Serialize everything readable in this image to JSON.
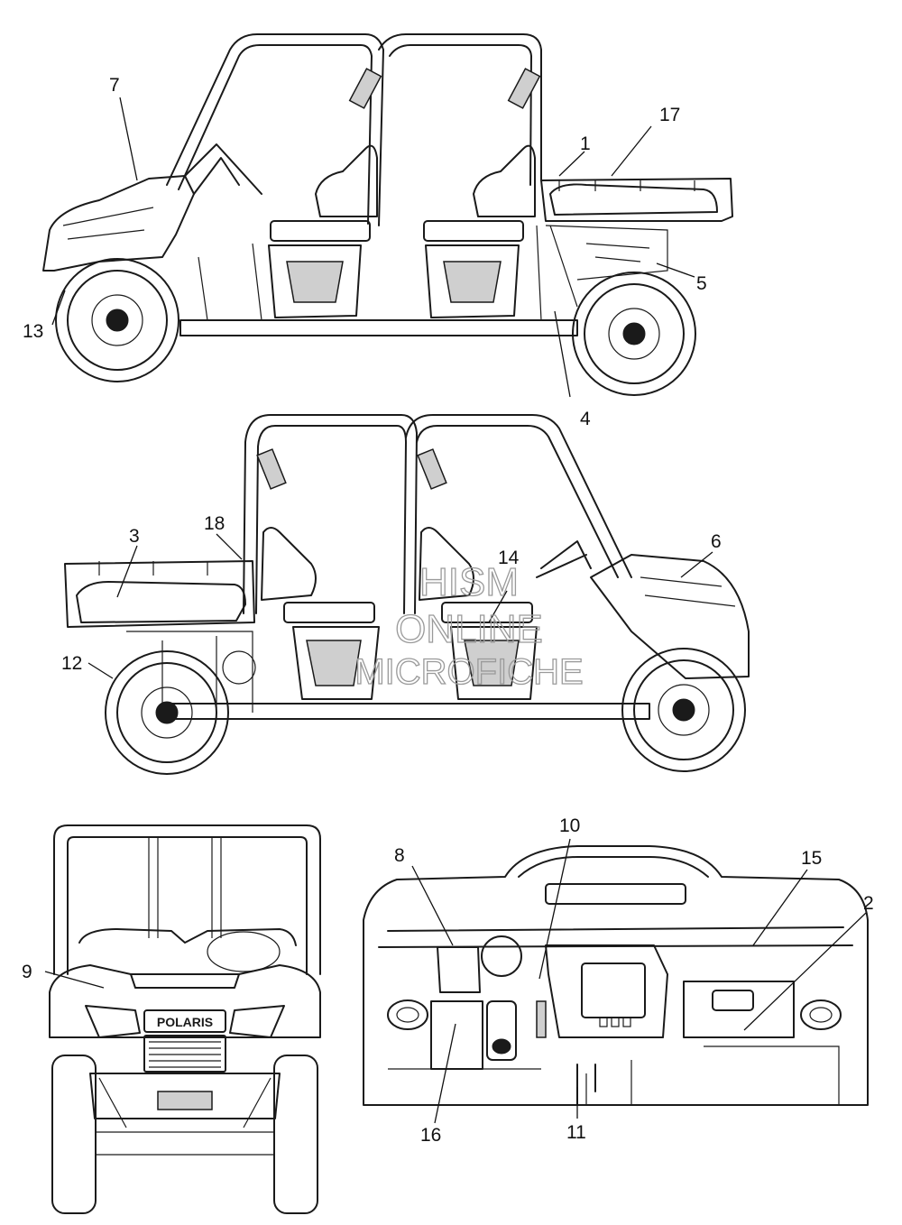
{
  "callouts": {
    "c1": "1",
    "c2": "2",
    "c3": "3",
    "c4": "4",
    "c5": "5",
    "c6": "6",
    "c7": "7",
    "c8": "8",
    "c9": "9",
    "c10": "10",
    "c11": "11",
    "c12": "12",
    "c13": "13",
    "c14": "14",
    "c15": "15",
    "c16": "16",
    "c17": "17",
    "c18": "18"
  },
  "brand": "POLARIS",
  "watermark": {
    "line1": "HISM",
    "line2": "ONLINE",
    "line3": "MICROFICHE"
  }
}
